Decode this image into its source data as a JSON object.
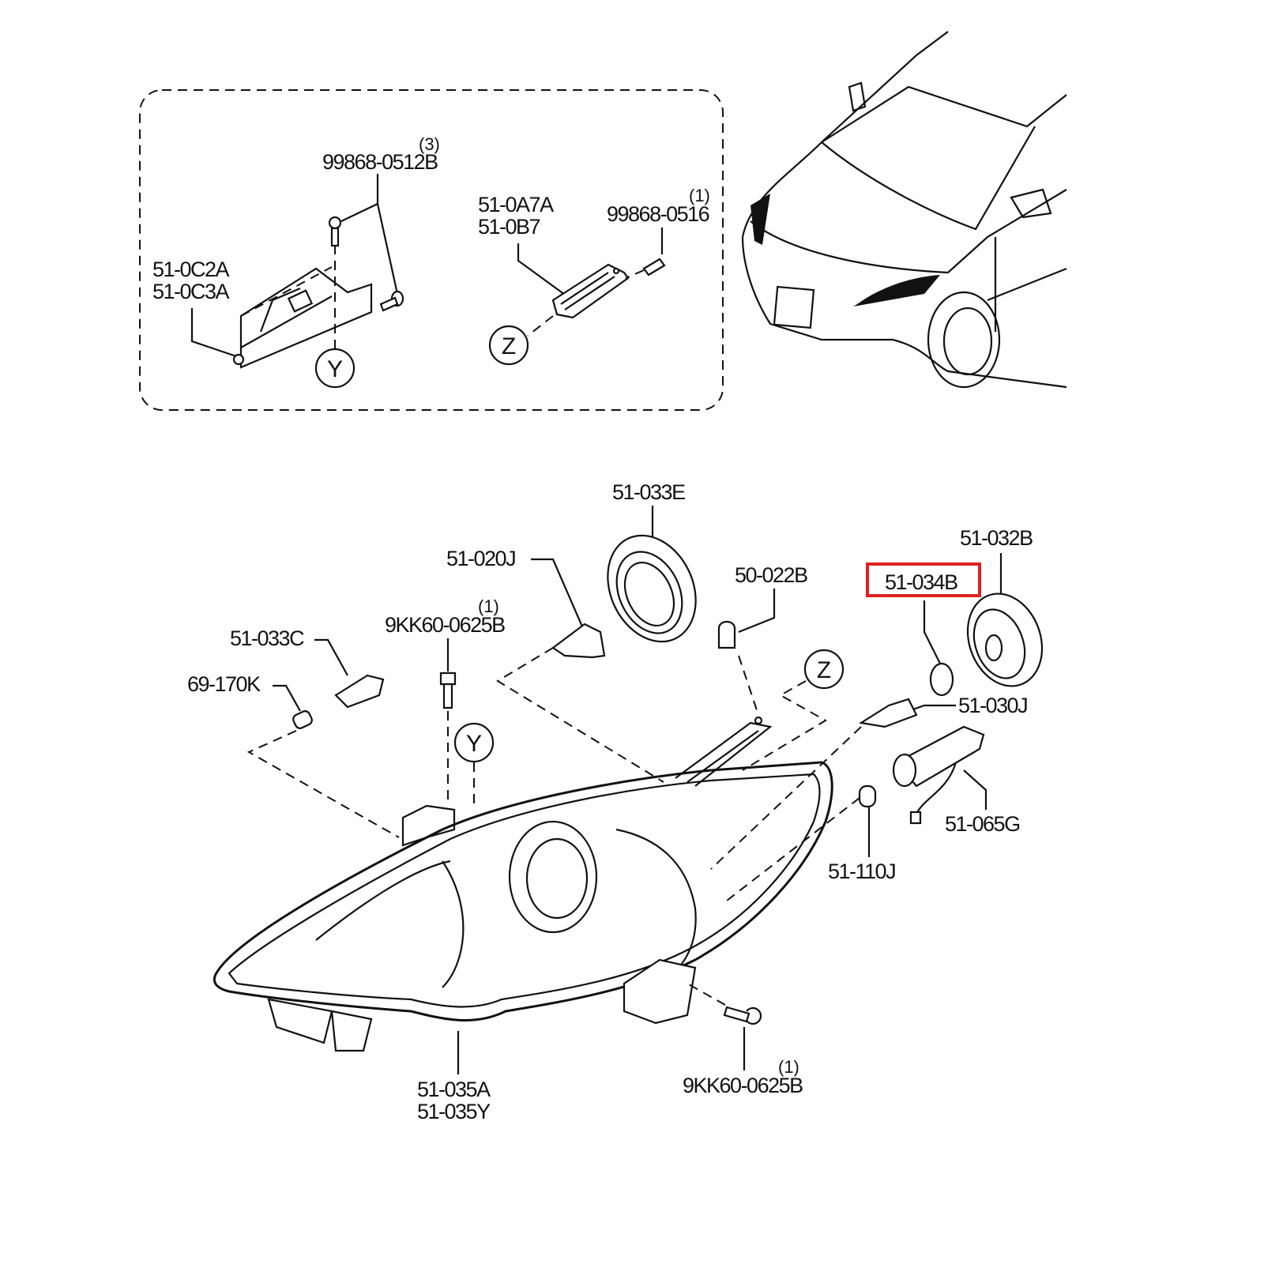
{
  "detail_box": {
    "screw_qty": "(3)",
    "screw_part": "99868-0512B",
    "bracket_parts": [
      "51-0C2A",
      "51-0C3A"
    ],
    "ref_y": "Y",
    "retainer_parts": [
      "51-0A7A",
      "51-0B7"
    ],
    "screw2_qty": "(1)",
    "screw2_part": "99868-0516",
    "ref_z": "Z"
  },
  "main": {
    "cover": "51-033E",
    "bulb_020j": "51-020J",
    "adjuster": "50-022B",
    "highlighted": {
      "part": "51-034B",
      "color": "#e02020"
    },
    "cap": "51-032B",
    "bolt_qty": "(1)",
    "bolt_part": "9KK60-0625B",
    "socket": "51-033C",
    "bulb_small": "69-170K",
    "ref_z": "Z",
    "ref_y": "Y",
    "bulb_030j": "51-030J",
    "socket_065g": "51-065G",
    "bulb_110j": "51-110J",
    "housing_parts": [
      "51-035A",
      "51-035Y"
    ],
    "bolt2_qty": "(1)",
    "bolt2_part": "9KK60-0625B"
  }
}
